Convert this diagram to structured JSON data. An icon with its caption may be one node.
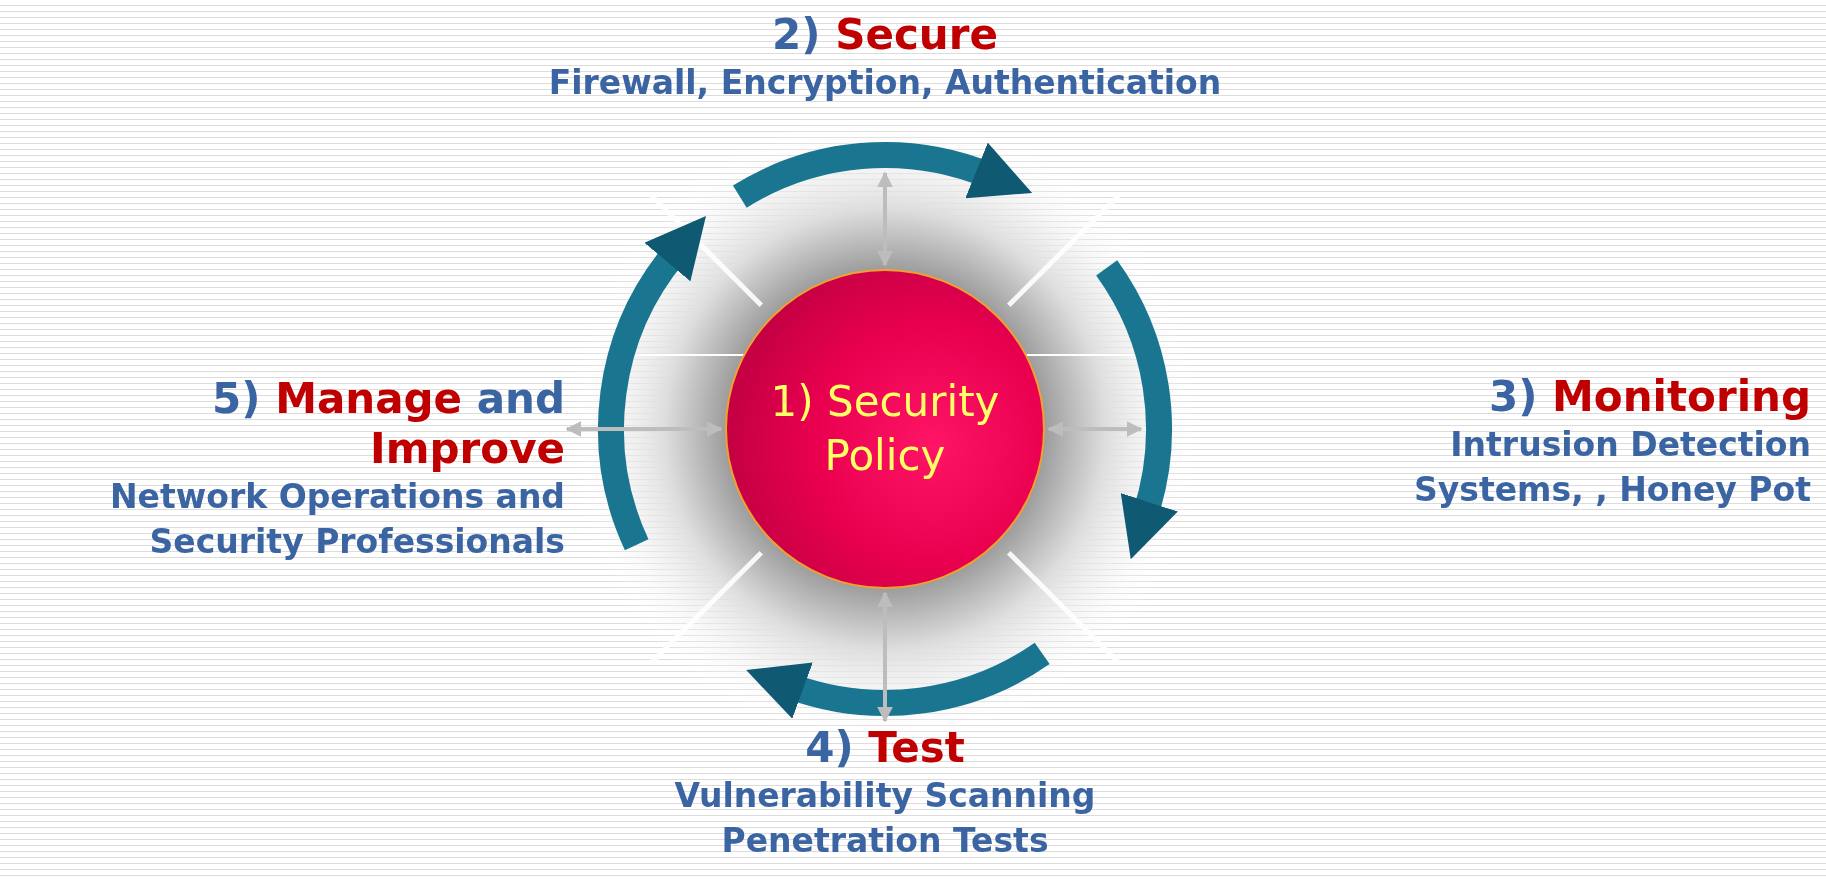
{
  "diagram": {
    "nodes": [
      {
        "text": [
          "1) Security Policy"
        ]
      },
      {
        "text": [
          "2) **Secure**",
          "Firewall, Encryption, Authentication"
        ]
      },
      {
        "text": [
          "3) **Monitoring**",
          "Intrusion Detection Systems, , Honey Pot"
        ]
      },
      {
        "text": [
          "4) **Test**",
          "Vulnerability Scanning Penetration Tests"
        ]
      },
      {
        "text": [
          "5) **Manage** and **Improve**",
          "Network Operations and Security Professionals"
        ]
      }
    ],
    "edges": [
      {
        "from": 0,
        "to": null,
        "arrow": "both"
      },
      {
        "from": 0,
        "to": null,
        "arrow": "both"
      },
      {
        "from": 0,
        "to": 3,
        "arrow": "both"
      },
      {
        "from": 0,
        "to": 4,
        "arrow": "both"
      }
    ]
  }
}
